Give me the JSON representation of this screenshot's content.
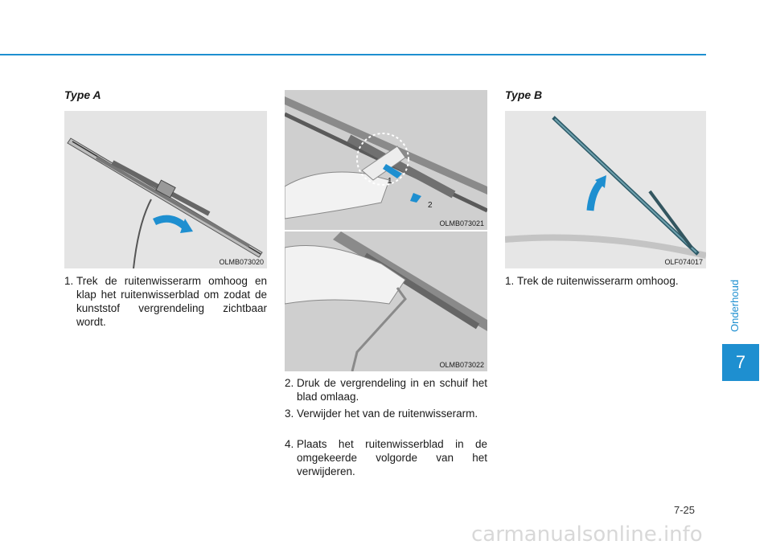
{
  "type_a_heading": "Type A",
  "type_b_heading": "Type B",
  "figures": {
    "fig1_code": "OLMB073020",
    "fig2_code": "OLMB073021",
    "fig3_code": "OLMB073022",
    "fig4_code": "OLF074017",
    "fig2_marker1": "1",
    "fig2_marker2": "2"
  },
  "steps_col1": [
    {
      "num": "1.",
      "text": "Trek de ruitenwisserarm omhoog en klap het ruitenwisserblad om zodat de kunststof vergrendeling zichtbaar wordt."
    }
  ],
  "steps_col2": [
    {
      "num": "2.",
      "text": "Druk de vergrendeling in en schuif het blad omlaag."
    },
    {
      "num": "3.",
      "text": "Verwijder het van de ruitenwisserarm."
    },
    {
      "num": "4.",
      "text": "Plaats het ruitenwisserblad in de omgekeerde volgorde van het verwijderen."
    }
  ],
  "steps_col3": [
    {
      "num": "1.",
      "text": "Trek de ruitenwisserarm omhoog."
    }
  ],
  "side_tab_label": "Onderhoud",
  "chapter_number": "7",
  "page_number": "7-25",
  "watermark": "carmanualsonline.info",
  "colors": {
    "accent": "#1e8fd0",
    "arrow": "#1e8fd0"
  }
}
